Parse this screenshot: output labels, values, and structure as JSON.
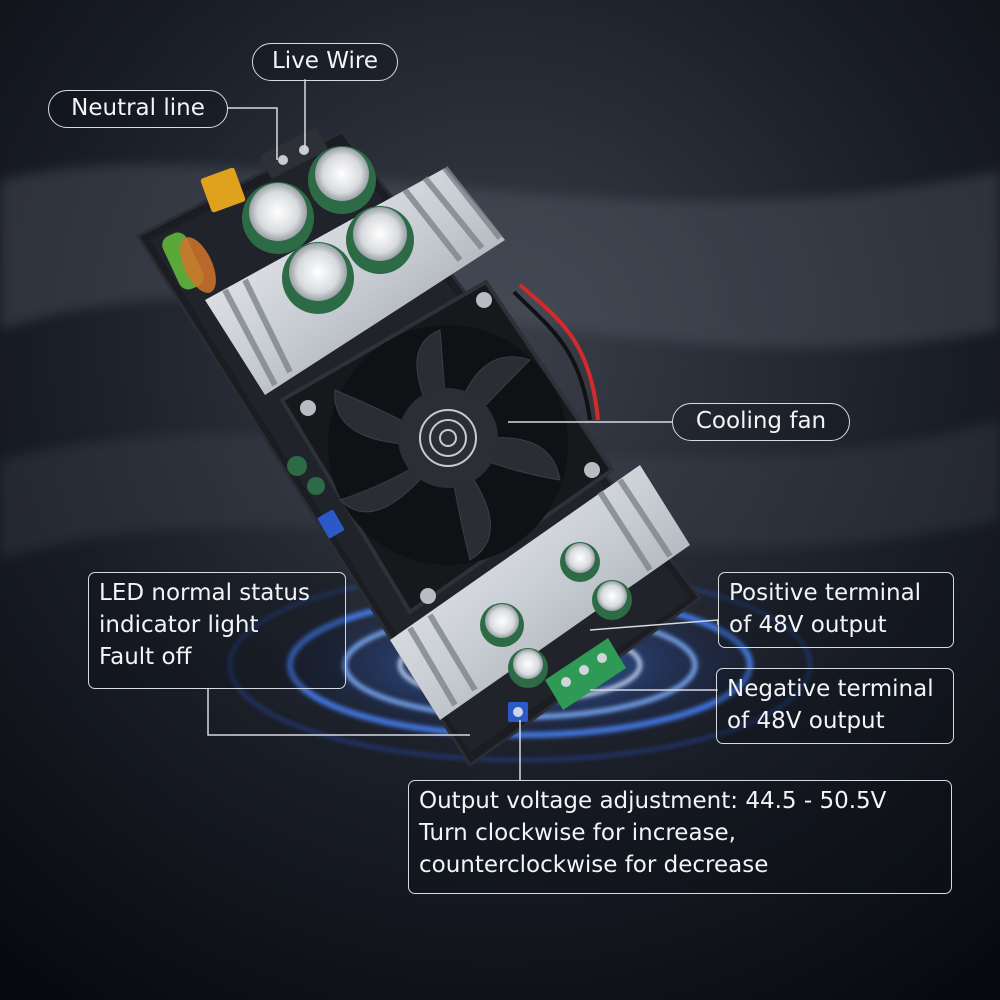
{
  "labels": {
    "neutral_line": "Neutral line",
    "live_wire": "Live Wire",
    "cooling_fan": "Cooling fan",
    "led": [
      "LED normal status",
      "indicator light",
      "Fault off"
    ],
    "positive": [
      "Positive terminal",
      "of 48V output"
    ],
    "negative": [
      "Negative terminal",
      "of 48V output"
    ],
    "output_voltage": [
      "Output voltage adjustment: 44.5 - 50.5V",
      "Turn clockwise for increase,",
      "counterclockwise for decrease"
    ]
  },
  "colors": {
    "background": "#0a0d14",
    "pcb": "#1b1d22",
    "heatsink": "#d9dde2",
    "capacitor": "#2c6b45",
    "terminal_green": "#2f9a55",
    "glow": "#3a7bff"
  }
}
